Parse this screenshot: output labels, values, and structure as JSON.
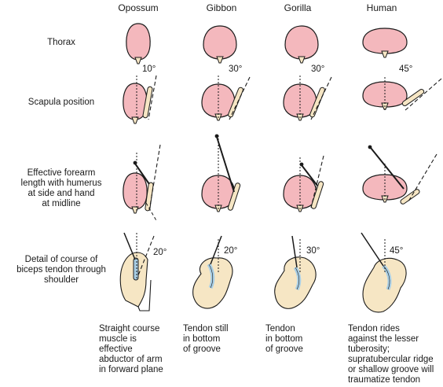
{
  "columns": [
    "Opossum",
    "Gibbon",
    "Gorilla",
    "Human"
  ],
  "rows": {
    "thorax": "Thorax",
    "scapula": "Scapula position",
    "forearm": [
      "Effective forearm",
      "length with humerus",
      "at side and hand",
      "at midline"
    ],
    "tendon": [
      "Detail of course of",
      "biceps tendon through",
      "shoulder"
    ]
  },
  "scapula_angles": [
    "10°",
    "30°",
    "30°",
    "45°"
  ],
  "tendon_angles": [
    "20°",
    "20°",
    "30°",
    "45°"
  ],
  "captions": [
    [
      "Straight course",
      "muscle is",
      "effective",
      "abductor of arm",
      "in forward plane"
    ],
    [
      "Tendon still",
      "in bottom",
      "of groove"
    ],
    [
      "Tendon",
      "in bottom",
      "of groove"
    ],
    [
      "Tendon rides",
      "against the lesser",
      "tuberosity;",
      "supratubercular ridge",
      "or shallow groove will",
      "traumatize tendon"
    ]
  ],
  "colors": {
    "thorax_fill": "#f4b8bd",
    "bone_fill": "#f6e6c4",
    "tendon_fill": "#a9cfe6",
    "line": "#1a1a1a"
  }
}
